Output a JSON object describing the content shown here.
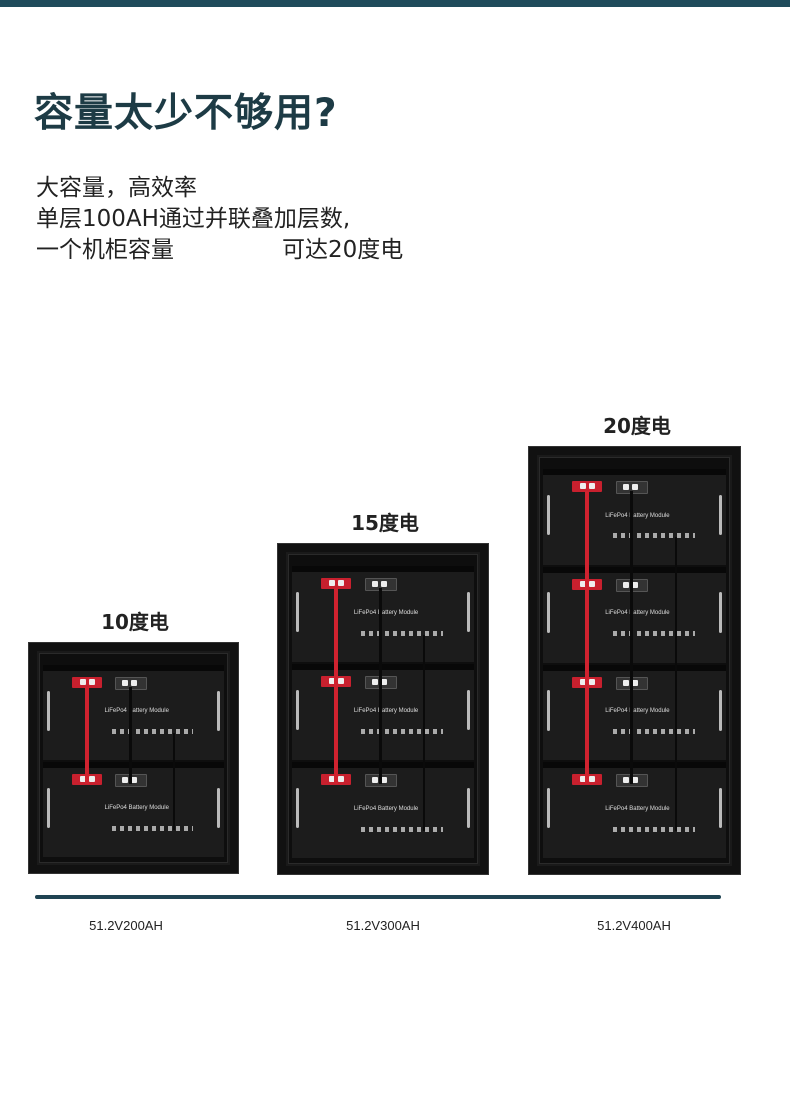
{
  "colors": {
    "accent": "#1f4b5b",
    "title": "#1d3b45",
    "terminal_red": "#c8202e"
  },
  "header": {
    "title": "容量太少不够用?"
  },
  "intro": {
    "line1": "大容量，高效率",
    "line2": "单层100AH通过并联叠加层数,",
    "line3a": "一个机柜容量",
    "line3b": "可达20度电"
  },
  "module_label": "LiFePo4 Battery Module",
  "cabinets": [
    {
      "capacity": "10度电",
      "spec": "51.2V200AH",
      "modules": 2
    },
    {
      "capacity": "15度电",
      "spec": "51.2V300AH",
      "modules": 3
    },
    {
      "capacity": "20度电",
      "spec": "51.2V400AH",
      "modules": 4
    }
  ]
}
